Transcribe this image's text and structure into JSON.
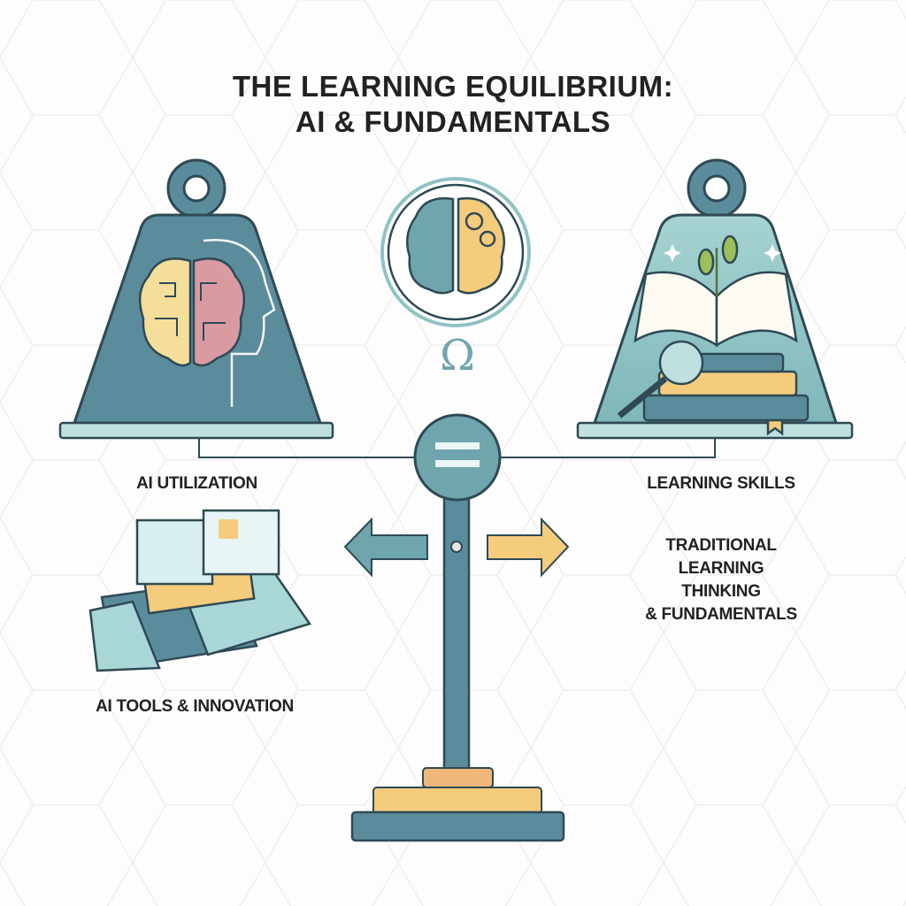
{
  "title": {
    "line1": "THE LEARNING EQUILIBRIUM:",
    "line2": "AI & FUNDAMENTALS"
  },
  "left": {
    "heading": "AI UTILIZATION",
    "caption": "AI TOOLS & INNOVATION"
  },
  "right": {
    "heading": "LEARNING SKILLS",
    "lines": [
      "TRADITIONAL",
      "LEARNING",
      "THINKING",
      "& FUNDAMENTALS"
    ]
  },
  "center": {
    "symbol": "Ω"
  },
  "colors": {
    "teal": "#5b8c9c",
    "light_teal": "#a9d6d6",
    "yellow": "#f5cb7c",
    "pink": "#d99aa2",
    "outline": "#2e4a55"
  }
}
